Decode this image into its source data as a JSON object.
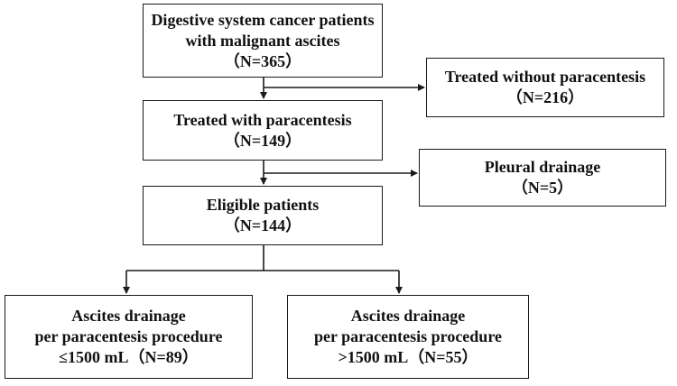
{
  "boxes": {
    "population": {
      "line1": "Digestive system cancer patients",
      "line2": "with malignant ascites",
      "n": "（N=365）"
    },
    "no_paracentesis": {
      "line1": "Treated without paracentesis",
      "n": "（N=216）"
    },
    "with_paracentesis": {
      "line1": "Treated with paracentesis",
      "n": "（N=149）"
    },
    "pleural_drainage": {
      "line1": "Pleural drainage",
      "n": "（N=5）"
    },
    "eligible": {
      "line1": "Eligible patients",
      "n": "（N=144）"
    },
    "low_drainage": {
      "line1": "Ascites drainage",
      "line2": "per paracentesis procedure",
      "line3": "≤1500 mL（N=89）"
    },
    "high_drainage": {
      "line1": "Ascites drainage",
      "line2": "per paracentesis procedure",
      "line3": ">1500 mL（N=55）"
    }
  },
  "colors": {
    "line": "#1a1a1a",
    "text": "#111111",
    "background": "#ffffff"
  }
}
